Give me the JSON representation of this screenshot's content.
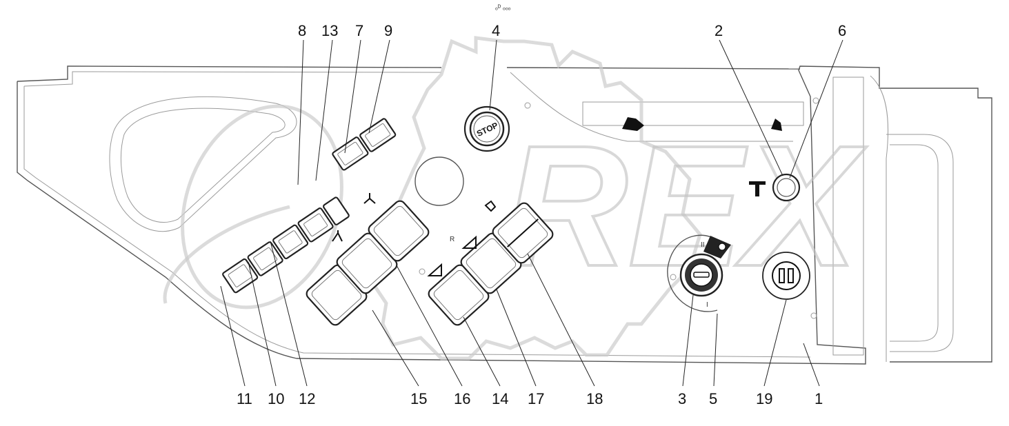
{
  "diagram": {
    "header_mark": "ₒᴰ ₒₒₒ",
    "stop_label": "STOP",
    "watermark_label": "REX",
    "callouts_top": [
      {
        "id": "c8",
        "label": "8"
      },
      {
        "id": "c13",
        "label": "13"
      },
      {
        "id": "c7",
        "label": "7"
      },
      {
        "id": "c9",
        "label": "9"
      },
      {
        "id": "c4",
        "label": "4"
      },
      {
        "id": "c2",
        "label": "2"
      },
      {
        "id": "c6",
        "label": "6"
      }
    ],
    "callouts_bottom": [
      {
        "id": "c11",
        "label": "11"
      },
      {
        "id": "c10",
        "label": "10"
      },
      {
        "id": "c12",
        "label": "12"
      },
      {
        "id": "c15",
        "label": "15"
      },
      {
        "id": "c16",
        "label": "16"
      },
      {
        "id": "c14",
        "label": "14"
      },
      {
        "id": "c17",
        "label": "17"
      },
      {
        "id": "c18",
        "label": "18"
      },
      {
        "id": "c3",
        "label": "3"
      },
      {
        "id": "c5",
        "label": "5"
      },
      {
        "id": "c19",
        "label": "19"
      },
      {
        "id": "c1",
        "label": "1"
      }
    ],
    "switch_marks": {
      "rear_label": "R",
      "key_position_two": "II",
      "key_position_one": "I"
    }
  }
}
